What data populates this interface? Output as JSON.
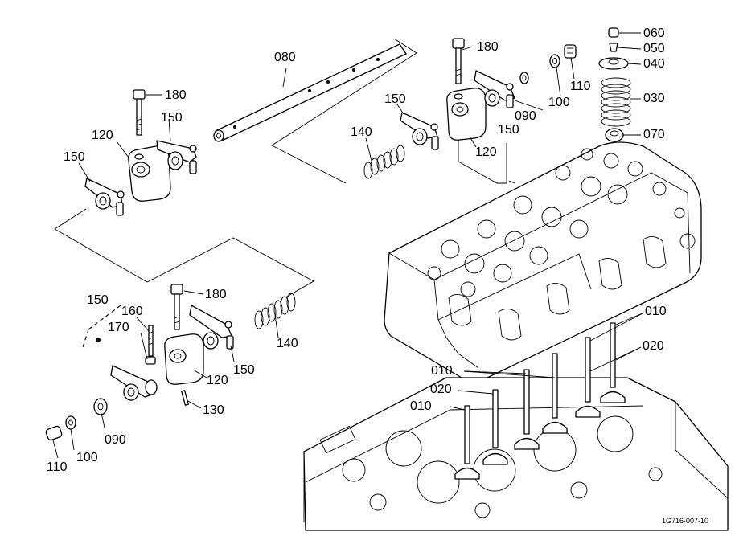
{
  "diagram": {
    "labels": {
      "l080": "080",
      "l180_top": "180",
      "l180_left": "180",
      "l180_mid": "180",
      "l150_left_top": "150",
      "l150_left": "150",
      "l120_left": "120",
      "l150_center": "150",
      "l140_center": "140",
      "l120_center": "120",
      "l150_right": "150",
      "l090_top": "090",
      "l100_top": "100",
      "l110_top": "110",
      "l060": "060",
      "l050": "050",
      "l040": "040",
      "l030": "030",
      "l070": "070",
      "l150_bl": "150",
      "l160": "160",
      "l170": "170",
      "l140_bottom": "140",
      "l150_bottom": "150",
      "l120_bottom": "120",
      "l130": "130",
      "l090_bottom": "090",
      "l100_bottom": "100",
      "l110_bottom": "110",
      "l010_a": "010",
      "l010_b": "010",
      "l010_c": "010",
      "l020_a": "020",
      "l020_b": "020"
    },
    "figure_code": "1G716-007-10"
  }
}
